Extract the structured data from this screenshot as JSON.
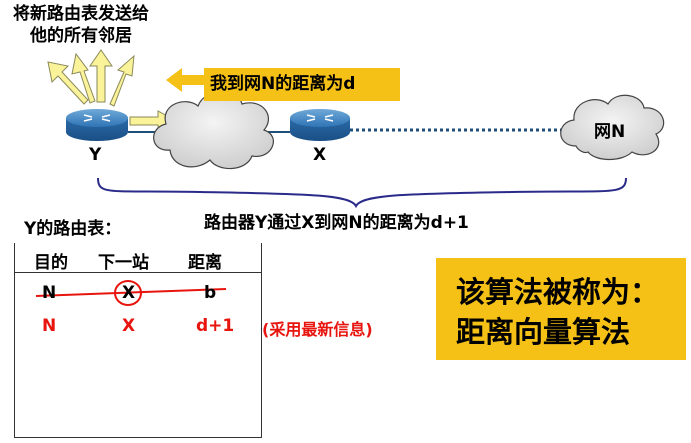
{
  "top_caption": [
    "将新路由表发送给",
    "他的所有邻居"
  ],
  "banner": "我到网N的距离为d",
  "router_y": "Y",
  "router_x": "X",
  "network": "网N",
  "path_label": "路由器Y通过X到网N的距离为d+1",
  "table": {
    "title": "Y的路由表：",
    "headers": [
      "目的",
      "下一站",
      "距离"
    ],
    "old_row": [
      "N",
      "X",
      "b"
    ],
    "new_row": [
      "N",
      "X",
      "d+1"
    ],
    "note": "(采用最新信息)"
  },
  "conclusion": [
    "该算法被称为：",
    "距离向量算法"
  ]
}
